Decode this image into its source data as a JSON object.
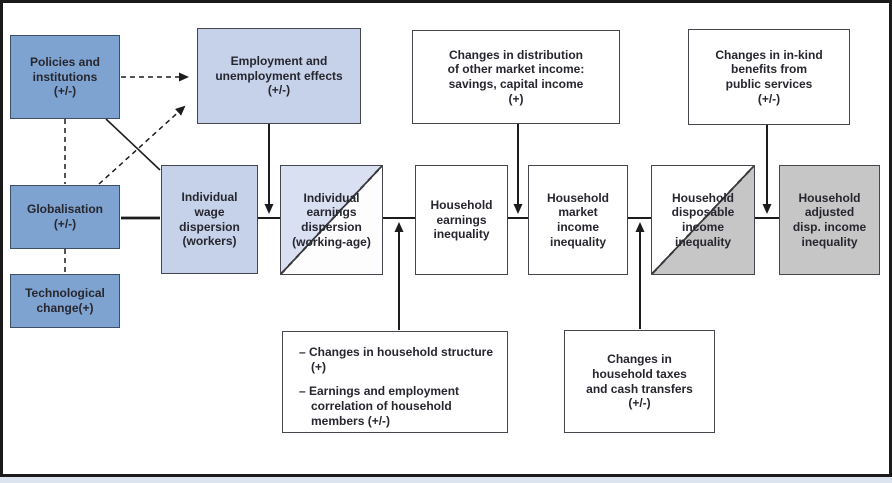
{
  "diagram": {
    "nodes": {
      "policies": {
        "lines": [
          "Policies and",
          "institutions",
          "(+/-)"
        ]
      },
      "globalisation": {
        "lines": [
          "Globalisation",
          "(+/-)"
        ]
      },
      "technological": {
        "lines": [
          "Technological",
          "change(+)"
        ]
      },
      "employment": {
        "lines": [
          "Employment and",
          "unemployment effects",
          "(+/-)"
        ]
      },
      "other_market_income": {
        "lines": [
          "Changes in distribution",
          "of other market income:",
          "savings, capital income",
          "(+)"
        ]
      },
      "inkind_benefits": {
        "lines": [
          "Changes in in-kind",
          "benefits from",
          "public services",
          "(+/-)"
        ]
      },
      "wage_dispersion": {
        "lines": [
          "Individual",
          "wage",
          "dispersion",
          "(workers)"
        ]
      },
      "earnings_dispersion": {
        "lines": [
          "Individual",
          "earnings",
          "dispersion",
          "(working-age)"
        ]
      },
      "hh_earnings": {
        "lines": [
          "Household",
          "earnings",
          "inequality"
        ]
      },
      "hh_market": {
        "lines": [
          "Household",
          "market",
          "income",
          "inequality"
        ]
      },
      "hh_disposable": {
        "lines": [
          "Household",
          "disposable",
          "income",
          "inequality"
        ]
      },
      "hh_adjusted": {
        "lines": [
          "Household",
          "adjusted",
          "disp. income",
          "inequality"
        ]
      },
      "household_structure": {
        "items": [
          "– Changes in household structure (+)",
          "– Earnings and employment correlation of household members (+/-)"
        ]
      },
      "taxes_transfers": {
        "lines": [
          "Changes in",
          "household taxes",
          "and cash transfers",
          "(+/-)"
        ]
      }
    },
    "colors": {
      "driver_blue": "#7fa3d1",
      "labour_blue": "#c6d2ea",
      "split_light_blue": "#d9e0f1",
      "neutral_gray": "#c6c6c6",
      "line_black": "#1c1c1c",
      "frame_black": "#1b1b1b"
    }
  }
}
